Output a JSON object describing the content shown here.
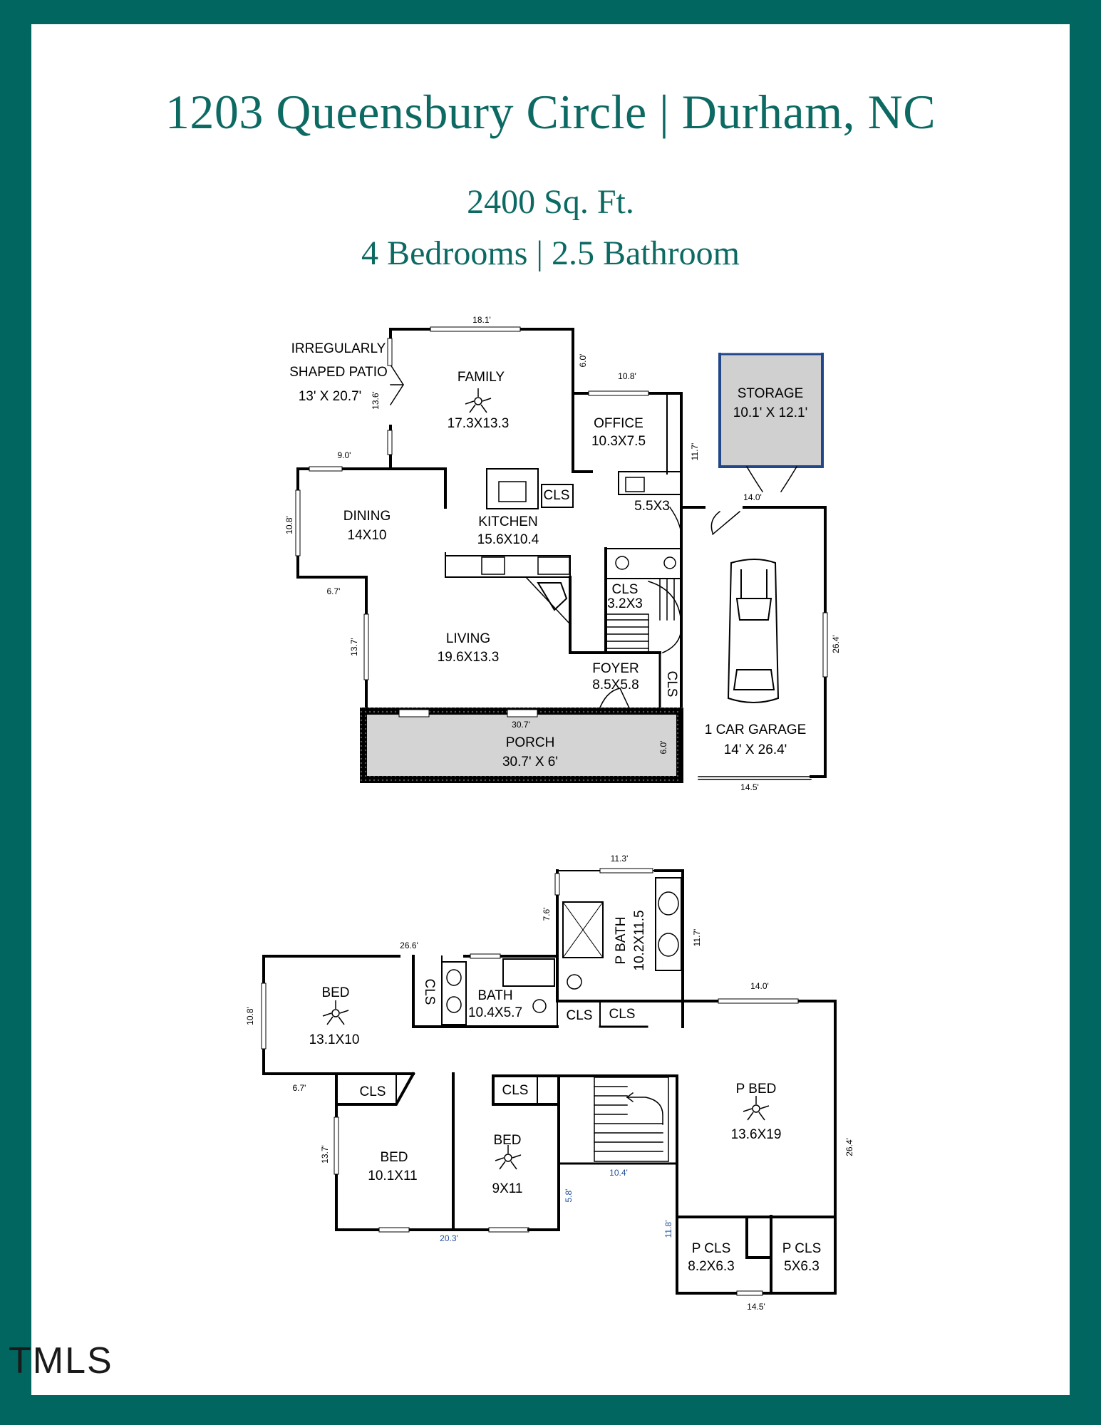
{
  "header": {
    "address": "1203 Queensbury Circle | Durham, NC",
    "area": "2400 Sq. Ft.",
    "rooms": "4 Bedrooms | 2.5 Bathroom"
  },
  "colors": {
    "frame": "#00665f",
    "title": "#0c6a63",
    "wall": "#000000",
    "fill": "#d0d0d0",
    "storage_border": "#21468a",
    "dim_blue": "#1f4f9a"
  },
  "floor1": {
    "rooms": {
      "patio": [
        "IRREGULARLY",
        "SHAPED PATIO",
        "13' X 20.7'"
      ],
      "family": [
        "FAMILY",
        "17.3X13.3"
      ],
      "office": [
        "OFFICE",
        "10.3X7.5"
      ],
      "storage": [
        "STORAGE",
        "10.1' X 12.1'"
      ],
      "kitchen_cls": [
        "CLS"
      ],
      "laundry": [
        "5.5X3"
      ],
      "dining": [
        "DINING",
        "14X10"
      ],
      "kitchen": [
        "KITCHEN",
        "15.6X10.4"
      ],
      "half_bath_cls": [
        "CLS",
        "3.2X3"
      ],
      "living": [
        "LIVING",
        "19.6X13.3"
      ],
      "foyer": [
        "FOYER",
        "8.5X5.8"
      ],
      "foyer_cls": [
        "CLS"
      ],
      "garage": [
        "1 CAR GARAGE",
        "14' X 26.4'"
      ],
      "porch": [
        "PORCH",
        "30.7' X 6'"
      ]
    },
    "dims": {
      "family_top": "18.1'",
      "family_side": "6.0'",
      "office_top": "10.8'",
      "patio_door": "13.6'",
      "office_side": "11.7'",
      "dining_top": "9.0'",
      "storage_bottom": "14.0'",
      "dining_side": "10.8'",
      "dining_bottom": "6.7'",
      "living_side": "13.7'",
      "garage_side": "26.4'",
      "porch_top": "30.7'",
      "porch_side": "6.0'",
      "garage_bottom": "14.5'"
    }
  },
  "floor2": {
    "rooms": {
      "pbath": [
        "P BATH",
        "10.2X11.5"
      ],
      "bed1": [
        "BED",
        "13.1X10"
      ],
      "cls_a": [
        "CLS"
      ],
      "bath": [
        "BATH",
        "10.4X5.7"
      ],
      "cls_b": [
        "CLS"
      ],
      "cls_c": [
        "CLS"
      ],
      "cls_d": [
        "CLS"
      ],
      "cls_e": [
        "CLS"
      ],
      "pbed": [
        "P BED",
        "13.6X19"
      ],
      "bed2": [
        "BED",
        "10.1X11"
      ],
      "bed3": [
        "BED",
        "9X11"
      ],
      "pcls1": [
        "P CLS",
        "8.2X6.3"
      ],
      "pcls2": [
        "P CLS",
        "5X6.3"
      ]
    },
    "dims": {
      "pbath_top": "11.3'",
      "pbath_side": "7.6'",
      "pbath_right": "11.7'",
      "bed_top": "26.6'",
      "pbed_top": "14.0'",
      "bed1_side": "10.8'",
      "bed1_bottom": "6.7'",
      "bed2_side": "13.7'",
      "pbed_side": "26.4'",
      "stairs": "10.4'",
      "bed3_side": "5.8'",
      "pcls_side": "11.8'",
      "bottom": "20.3'",
      "pcls_bottom": "14.5'"
    }
  },
  "watermark": "TMLS"
}
